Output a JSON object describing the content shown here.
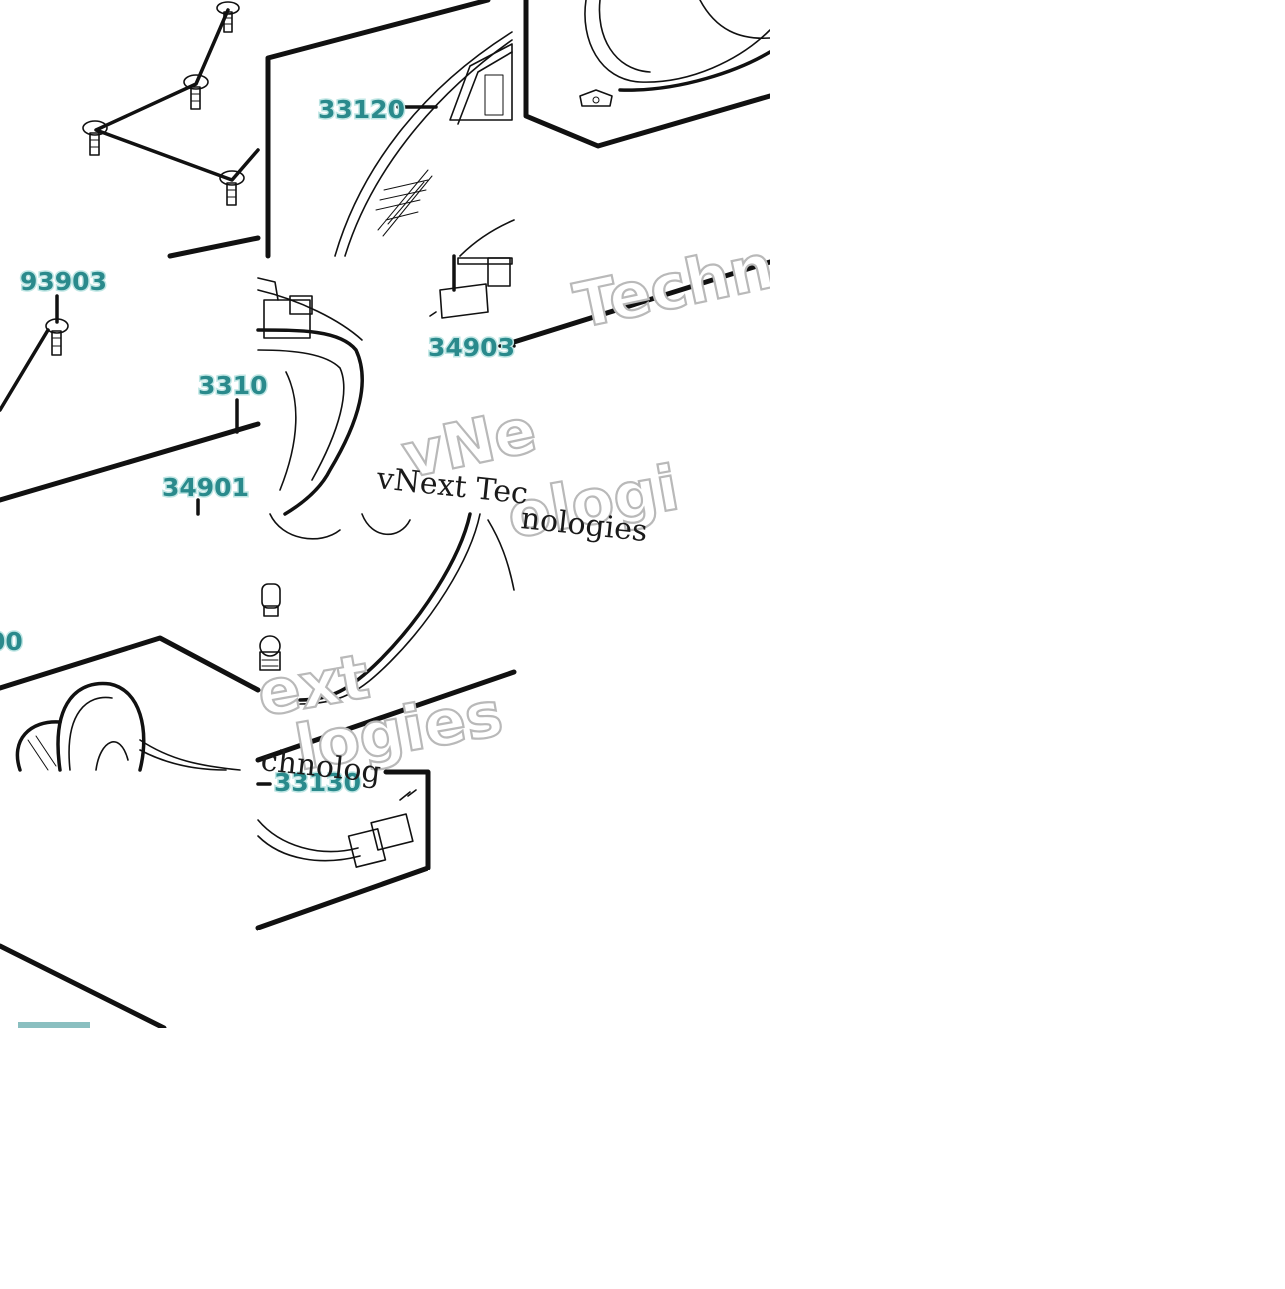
{
  "diagram": {
    "part_labels": [
      {
        "id": "p-33120",
        "text": "33120"
      },
      {
        "id": "p-93903",
        "text": "93903"
      },
      {
        "id": "p-3310",
        "text": "3310"
      },
      {
        "id": "p-34903",
        "text": "34903"
      },
      {
        "id": "p-34901",
        "text": "34901"
      },
      {
        "id": "p-00",
        "text": "00"
      },
      {
        "id": "p-33130",
        "text": "33130"
      }
    ],
    "watermarks": {
      "serif_a": "vNext Tec",
      "serif_b": "nologies",
      "serif_c": "chnolog",
      "outline_techno": "Techno",
      "outline_vne": "vNe",
      "outline_ologi": "ologi",
      "outline_ext": "ext",
      "outline_logies": "logies"
    }
  }
}
